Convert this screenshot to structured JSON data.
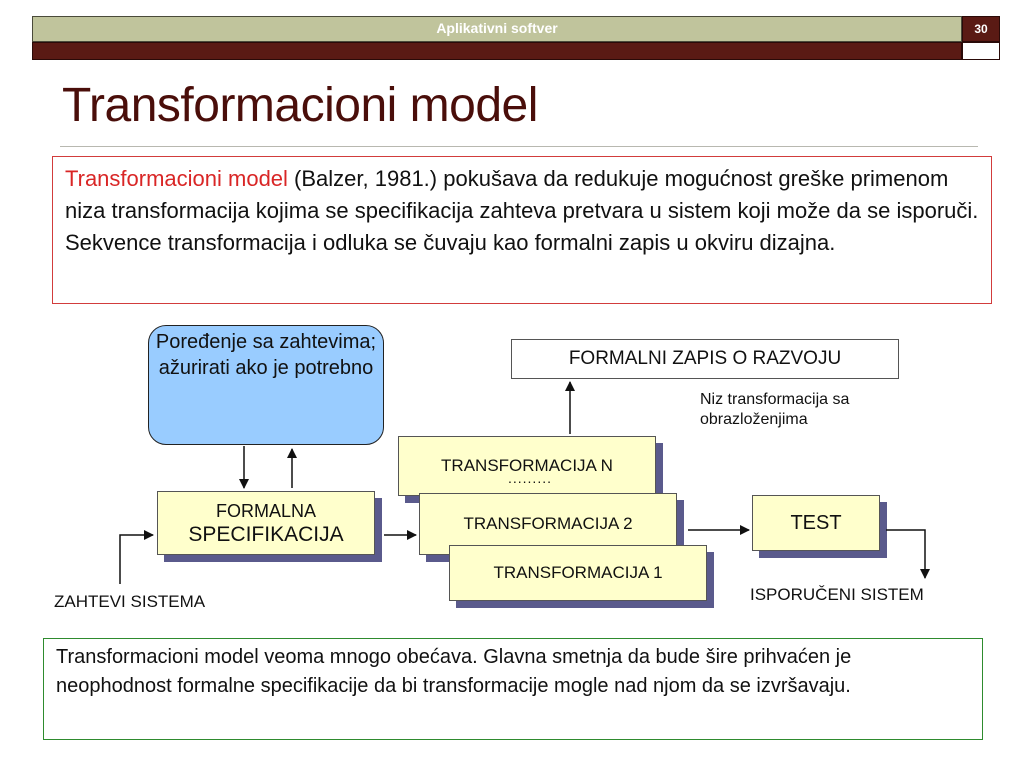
{
  "header": {
    "title": "Aplikativni softver",
    "slide_number": "30",
    "colors": {
      "bar": "#c0c49c",
      "stripe": "#5a1a14"
    }
  },
  "page_title": "Transformacioni model",
  "intro": {
    "highlight": "Transformacioni model",
    "rest": " (Balzer, 1981.) pokušava da redukuje mogućnost greške primenom niza transformacija kojima se specifikacija zahteva pretvara u sistem koji može da se isporuči. Sekvence transformacija i odluka se čuvaju kao formalni zapis u okviru dizajna.",
    "highlight_color": "#d92626",
    "border_color": "#d23c3c"
  },
  "diagram": {
    "compare_box": "Poređenje sa zahtevima; ažurirati ako je potrebno",
    "formal_record": "FORMALNI ZAPIS O RAZVOJU",
    "transform_note": "Niz transformacija sa obrazloženjima",
    "formal_spec_line1": "FORMALNA",
    "formal_spec_line2": "SPECIFIKACIJA",
    "transform_n": "TRANSFORMACIJA N",
    "transform_2": "TRANSFORMACIJA 2",
    "transform_1": "TRANSFORMACIJA 1",
    "ellipsis": ".........",
    "test": "TEST",
    "input_label": "ZAHTEVI SISTEMA",
    "output_label": "ISPORUČENI SISTEM",
    "colors": {
      "compare_fill": "#99ccff",
      "box_fill": "#ffffcc",
      "shadow": "#5a5a8c"
    }
  },
  "outro": {
    "text": "Transformacioni model veoma mnogo obećava. Glavna smetnja da bude šire prihvaćen je neophodnost formalne specifikacije da bi transformacije mogle nad njom da se izvršavaju.",
    "border_color": "#2e8b2e"
  }
}
